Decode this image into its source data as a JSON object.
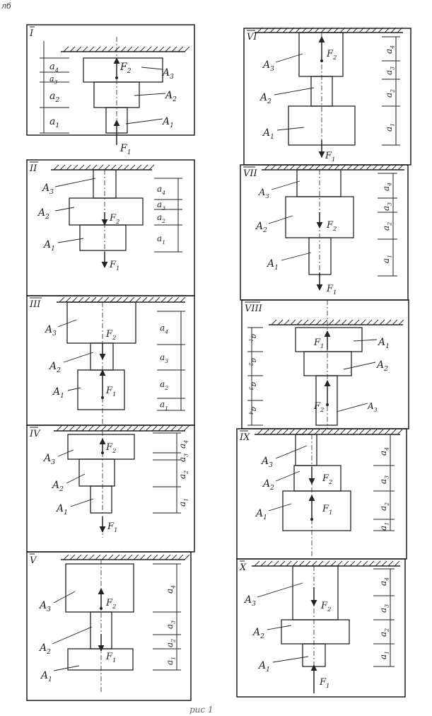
{
  "corner_mark": "лб",
  "caption": "рис 1",
  "panels": [
    {
      "roman": "I",
      "labels": {
        "A1": "A1",
        "A2": "A2",
        "A3": "A3",
        "F1": "F1",
        "F2": "F2"
      },
      "dims": [
        "a4",
        "a3",
        "a2",
        "a1"
      ]
    },
    {
      "roman": "II",
      "labels": {
        "A1": "A1",
        "A2": "A2",
        "A3": "A3",
        "F1": "F1",
        "F2": "F2"
      },
      "dims": [
        "a4",
        "a3",
        "a2",
        "a1"
      ]
    },
    {
      "roman": "III",
      "labels": {
        "A1": "A1",
        "A2": "A2",
        "A3": "A3",
        "F1": "F1",
        "F2": "F2"
      },
      "dims": [
        "a4",
        "a3",
        "a2",
        "a1"
      ]
    },
    {
      "roman": "IV",
      "labels": {
        "A1": "A1",
        "A2": "A2",
        "A3": "A3",
        "F1": "F1",
        "F2": "F2"
      },
      "dims": [
        "a4",
        "a3",
        "a2",
        "a1"
      ]
    },
    {
      "roman": "V",
      "labels": {
        "A1": "A1",
        "A2": "A2",
        "A3": "A3",
        "F1": "F1",
        "F2": "F2"
      },
      "dims": [
        "a4",
        "a3",
        "a2",
        "a1"
      ]
    },
    {
      "roman": "VI",
      "labels": {
        "A1": "A1",
        "A2": "A2",
        "A3": "A3",
        "F1": "F1",
        "F2": "F2"
      },
      "dims": [
        "a4",
        "a3",
        "a2",
        "a1"
      ]
    },
    {
      "roman": "VII",
      "labels": {
        "A1": "A1",
        "A2": "A2",
        "A3": "A3",
        "F1": "F1",
        "F2": "F2"
      },
      "dims": [
        "a4",
        "a3",
        "a2",
        "a1"
      ]
    },
    {
      "roman": "VIII",
      "labels": {
        "A1": "A1",
        "A2": "A2",
        "A3": "A3",
        "F1": "F1",
        "F2": "F2"
      },
      "dims": [
        "a1",
        "a2",
        "a3",
        "a4"
      ]
    },
    {
      "roman": "IX",
      "labels": {
        "A1": "A1",
        "A2": "A2",
        "A3": "A3",
        "F1": "F1",
        "F2": "F2"
      },
      "dims": [
        "a4",
        "a3",
        "a2",
        "a1"
      ]
    },
    {
      "roman": "X",
      "labels": {
        "A1": "A1",
        "A2": "A2",
        "A3": "A3",
        "F1": "F1",
        "F2": "F2"
      },
      "dims": [
        "a4",
        "a3",
        "a2",
        "a1"
      ]
    }
  ]
}
